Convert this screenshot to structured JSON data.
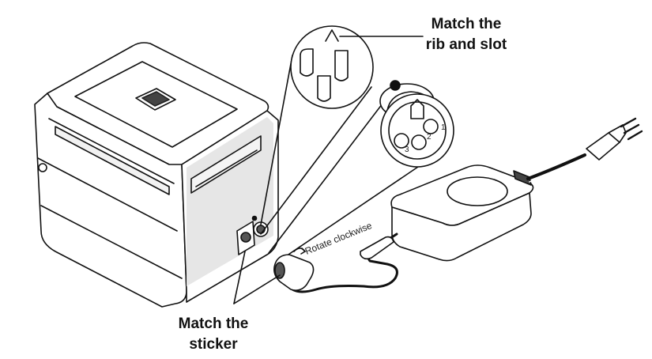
{
  "callouts": {
    "top": {
      "line1": "Match the",
      "line2": "rib and slot"
    },
    "bottom": {
      "line1": "Match the",
      "line2": "sticker"
    }
  },
  "labels": {
    "rotate": "Rotate clockwise",
    "pin_1": "1",
    "pin_2": "2",
    "pin_3": "3"
  },
  "colors": {
    "line": "#111111",
    "fill": "#ffffff",
    "shade": "#d9d9d9"
  }
}
